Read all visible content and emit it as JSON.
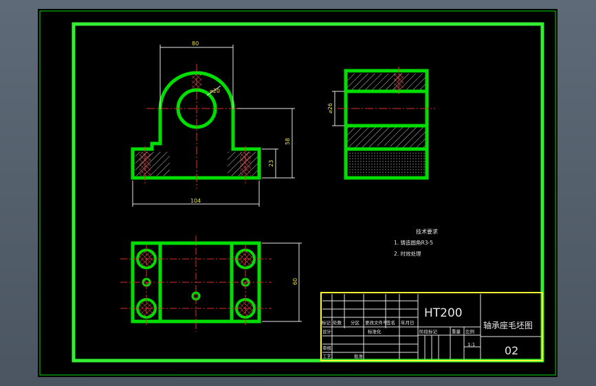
{
  "colors": {
    "outline": "#00dd00",
    "centerline": "#e03030",
    "dimension": "#e8e8e8",
    "dimension_text": "#e8e040",
    "frame_inner": "#33ee33",
    "title_block": "#ffff33",
    "hatch": "#d0d0d0"
  },
  "front_view": {
    "dim_width_top": "80",
    "dim_hole": "⌀20",
    "dim_height_total": "58",
    "dim_height_base": "23",
    "dim_width_base": "104"
  },
  "side_view": {
    "dim_bore": "⌀26"
  },
  "top_view": {
    "dim_depth": "60"
  },
  "tech_notes": {
    "title": "技术要求",
    "item1": "1. 铸造圆角R3-5",
    "item2": "2. 时效处理"
  },
  "title_block": {
    "material": "HT200",
    "part_name": "轴承座毛坯图",
    "drawing_no": "02",
    "scale": "1:1",
    "headers": {
      "mark": "标记",
      "count": "处数",
      "zone": "分区",
      "change_doc": "更改文件号",
      "signature": "签名",
      "date": "年月日",
      "design": "设计",
      "standardize": "标准化",
      "stage_mark": "阶段标记",
      "weight": "重量",
      "ratio": "比例",
      "review": "审核",
      "process": "工艺",
      "approve": "批准"
    }
  }
}
